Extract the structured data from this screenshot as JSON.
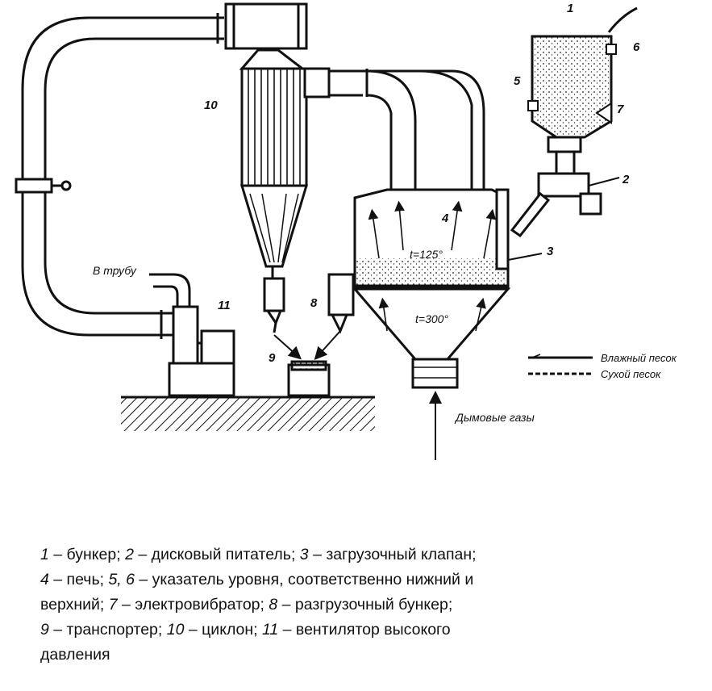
{
  "labels": {
    "n1": "1",
    "n2": "2",
    "n3": "3",
    "n4": "4",
    "n5": "5",
    "n6": "6",
    "n7": "7",
    "n8": "8",
    "n9": "9",
    "n10": "10",
    "n11": "11",
    "to_pipe": "В трубу",
    "temp_kiln": "t=125°",
    "temp_cone": "t=300°",
    "flue_gas": "Дымовые газы",
    "legend_wet": "Влажный песок",
    "legend_dry": "Сухой песок"
  },
  "caption": {
    "l1_n1": "1",
    "l1_t1": " – бункер; ",
    "l1_n2": "2",
    "l1_t2": " – дисковый питатель; ",
    "l1_n3": "3",
    "l1_t3": " – загрузочный клапан;",
    "l2_n4": "4",
    "l2_t4": " – печь; ",
    "l2_n56": "5, 6",
    "l2_t56": " – указатель уровня, соответственно нижний и",
    "l3_t0": "верхний; ",
    "l3_n7": "7",
    "l3_t7": " – электровибратор; ",
    "l3_n8": "8",
    "l3_t8": " – разгрузочный бункер;",
    "l4_n9": "9",
    "l4_t9": " – транспортер; ",
    "l4_n10": "10",
    "l4_t10": " – циклон; ",
    "l4_n11": "11",
    "l4_t11": " – вентилятор высокого",
    "l5_t0": "давления"
  }
}
